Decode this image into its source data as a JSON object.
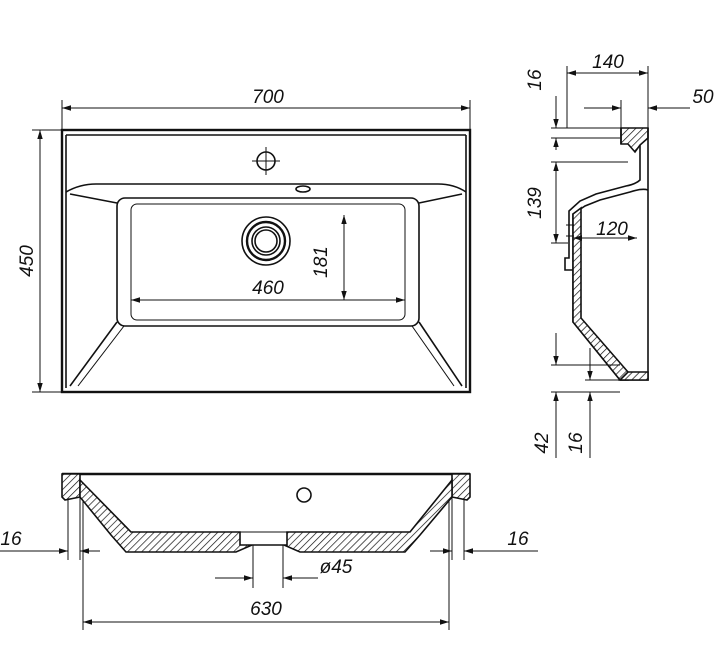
{
  "dimensions": {
    "top_width": "700",
    "top_depth": "450",
    "bowl_width": "460",
    "bowl_depth": "181",
    "side_depth": "140",
    "side_rim_offset": "50",
    "rim_thickness": "16",
    "bowl_height": "139",
    "side_inner": "120",
    "front_height": "42",
    "front_thickness": "16",
    "left_wall": "16",
    "right_wall": "16",
    "drain_diameter": "ø45",
    "bottom_width": "630"
  }
}
